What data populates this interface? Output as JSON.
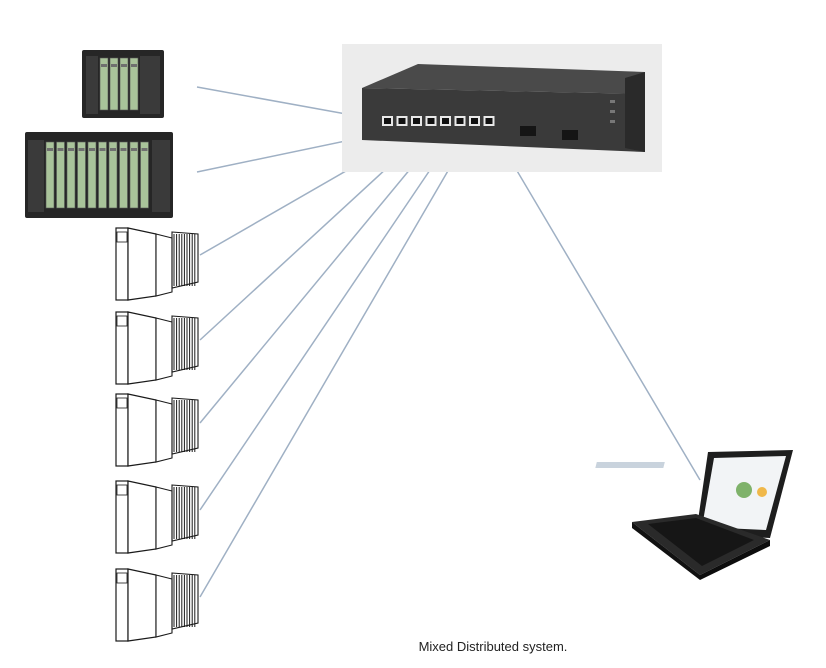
{
  "caption": "Mixed Distributed system.",
  "devices": {
    "switch": {
      "icon": "network-switch-icon",
      "ethernet_ports": 8,
      "sfp_ports": 2
    },
    "chassis": [
      {
        "icon": "small-chassis-icon"
      },
      {
        "icon": "large-chassis-icon"
      }
    ],
    "modules": {
      "icon": "distributed-module-icon",
      "count": 5
    },
    "laptop": {
      "icon": "laptop-icon"
    }
  },
  "colors": {
    "link": "#9fb0c4",
    "switch_body": "#3a3a3a",
    "switch_backdrop": "#ececec",
    "chassis_card": "#a9c39a",
    "module_stroke": "#1a1a1a"
  }
}
